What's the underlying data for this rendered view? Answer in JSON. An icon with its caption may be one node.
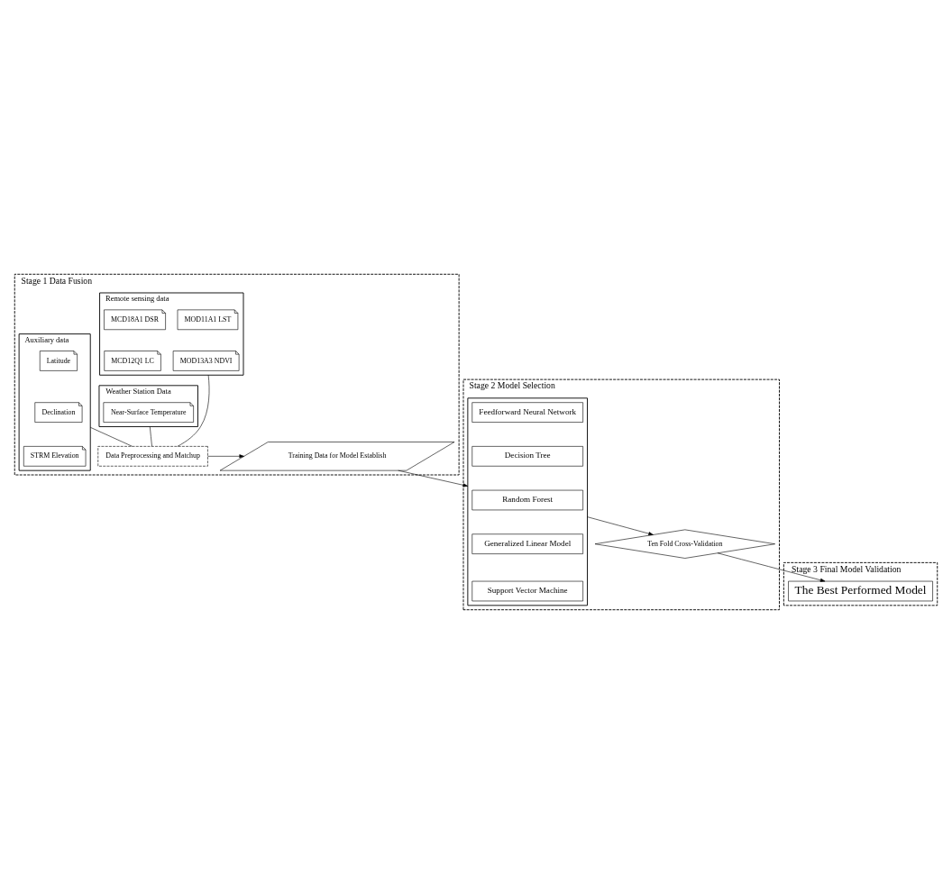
{
  "diagram": {
    "nodes": [
      {
        "text": [
          "Stage 1 Data Fusion"
        ]
      },
      {
        "text": [
          "Remote sensing data"
        ],
        "in": 0
      },
      {
        "text": [
          "MOD11A1 LST"
        ],
        "in": 1
      },
      {
        "text": [
          "MCD18A1 DSR"
        ],
        "in": 1
      },
      {
        "text": [
          "MOD13A3 NDVI"
        ],
        "in": 1
      },
      {
        "text": [
          "MCD12Q1 LC"
        ],
        "in": 1
      },
      {
        "text": [
          "Weather Station Data"
        ],
        "in": 0
      },
      {
        "text": [
          "Near-Surface Temperature"
        ],
        "in": 6
      },
      {
        "text": [
          "Auxiliary data"
        ],
        "in": 0
      },
      {
        "text": [
          "Latitude"
        ],
        "in": 8
      },
      {
        "text": [
          "Declination"
        ],
        "in": 8
      },
      {
        "text": [
          "STRM Elevation"
        ],
        "in": 8
      },
      {
        "text": [
          "Data Preprocessing and Matchup"
        ],
        "in": 0
      },
      {
        "text": [
          "Training Data for Model Establish"
        ],
        "in": 0
      },
      {
        "text": [
          "Stage 2 Model Selection"
        ]
      },
      {
        "text": [],
        "shape": "box",
        "in": 14
      },
      {
        "text": [
          "Feedforward Neural Network"
        ],
        "in": 15
      },
      {
        "text": [
          "Decision Tree"
        ],
        "in": 15
      },
      {
        "text": [
          "Random Forest"
        ],
        "in": 15
      },
      {
        "text": [
          "Generalized Linear Model"
        ],
        "in": 15
      },
      {
        "text": [
          "Support Vector Machine"
        ],
        "in": 15
      },
      {
        "text": [
          "Ten Fold Cross-Validation"
        ],
        "in": 14
      },
      {
        "text": [
          "Stage 3 Final Model Validation"
        ]
      },
      {
        "text": [
          "The Best Performed Model"
        ],
        "in": 22
      }
    ],
    "edges": [
      {
        "from": 1,
        "to": 12,
        "arrow": "none"
      },
      {
        "from": 6,
        "to": 12,
        "arrow": "none"
      },
      {
        "from": 8,
        "to": 12,
        "arrow": "none"
      },
      {
        "from": 12,
        "to": 13,
        "arrow": "to"
      },
      {
        "from": 13,
        "to": 15,
        "arrow": "to"
      },
      {
        "from": 15,
        "to": 21,
        "arrow": "to"
      },
      {
        "from": 21,
        "to": 23,
        "arrow": "to"
      }
    ]
  }
}
